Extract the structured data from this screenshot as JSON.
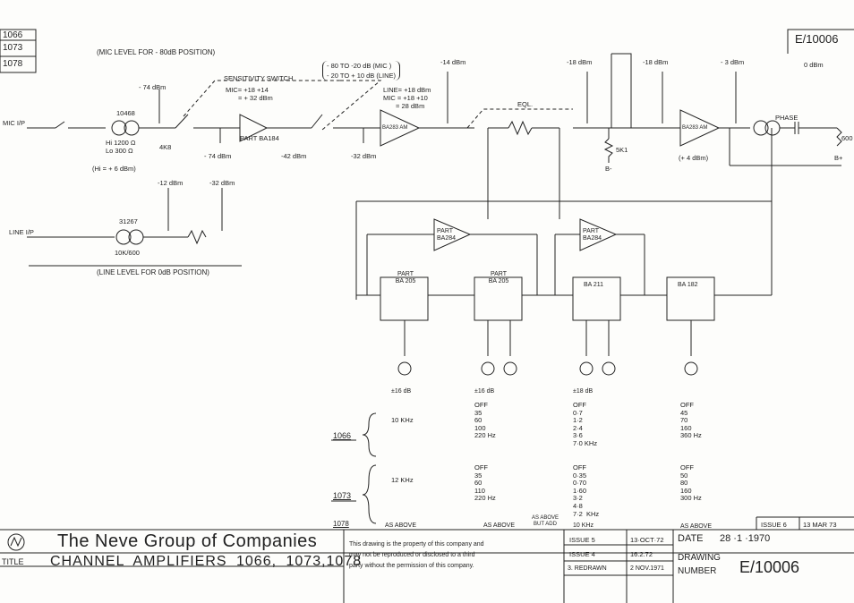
{
  "sheet": {
    "drawing_ref_top": "E/10006",
    "model_tabs": [
      "1066",
      "1073",
      "1078"
    ]
  },
  "annotations": {
    "mic_level": "(MIC LEVEL FOR - 80dB POSITION)",
    "line_level": "(LINE LEVEL FOR 0dB POSITION)",
    "sensitivity_switch": "SENSITIVITY SWITCH",
    "range_mic": "- 80 TO -20 dB (MIC )",
    "range_line": "- 20 TO + 10 dB (LINE)",
    "mic_gain_1": "MIC= +18 +14",
    "mic_gain_2": "= + 32 dBm",
    "line_gain_1": "LINE= +18 dBm",
    "line_gain_2": "MIC = +18 +10",
    "line_gain_3": "= 28 dBm",
    "mic_ip": "MIC I/P",
    "line_ip": "LINE I/P",
    "hi_note": "(Hi = + 6 dBm)",
    "eql": "EQL.",
    "phase": "PHASE",
    "bplus": "B+",
    "bminus": "B-",
    "out_600": "600",
    "plus4": "(+ 4 dBm)"
  },
  "levels": {
    "l_m74a": "- 74 dBm",
    "l_m74b": "- 74 dBm",
    "l_m42": "-42 dBm",
    "l_m32a": "-32 dBm",
    "l_m14": "-14 dBm",
    "l_m18a": "-18 dBm",
    "l_m18b": "-18 dBm",
    "l_m3": "- 3 dBm",
    "l_0": "0 dBm",
    "l_m12": "-12 dBm",
    "l_m32b": "-32 dBm"
  },
  "components": {
    "t10468": "10468",
    "hi": "Hi 1200 Ω",
    "lo": "Lo 300 Ω",
    "r4k8": "4K8",
    "t31267": "31267",
    "t10k600": "10K/600",
    "part_ba184": "PART BA184",
    "ba283_1": "BA283 AM",
    "ba283_2": "BA283 AM",
    "r5k1": "5K1",
    "part_ba284_1": [
      "PART",
      "BA284"
    ],
    "part_ba284_2": [
      "PART",
      "BA284"
    ],
    "ba205_1": [
      "PART",
      "BA 205"
    ],
    "ba205_2": [
      "PART",
      "BA 205"
    ],
    "ba211": "BA 211",
    "ba182": "BA 182",
    "g16_1": "±16 dB",
    "g16_2": "±16 dB",
    "g18": "±18 dB"
  },
  "freq_table": {
    "rows": [
      {
        "model": "1066",
        "col1": "10 KHz",
        "col2": "OFF\n35\n60\n100\n220 Hz",
        "col3": "OFF\n0·7\n1·2\n2·4\n3·6\n7·0 KHz",
        "col4": "OFF\n45\n70\n160\n360 Hz"
      },
      {
        "model": "1073",
        "col1": "12 KHz",
        "col2": "OFF\n35\n60\n110\n220 Hz",
        "col3": "OFF\n0·35\n0·70\n1·60\n3·2\n4·8\n7·2  KHz",
        "col4": "OFF\n50\n80\n160\n300 Hz"
      }
    ],
    "row_1078": {
      "model": "1078",
      "col1": "AS ABOVE",
      "col2": "AS ABOVE",
      "col3_a": "AS ABOVE",
      "col3_b": "BUT ADD",
      "col3_c": "10   KHz",
      "col4": "AS ABOVE"
    }
  },
  "title_block": {
    "company": "The Neve Group of Companies",
    "title_label": "TITLE",
    "title": "CHANNEL  AMPLIFIERS  1066, 1073,1078",
    "property_notice": [
      "This drawing is the property of this company and",
      "may not be reproduced or disclosed to a third",
      "party without the permission of this company."
    ],
    "issues": [
      {
        "label": "ISSUE  5",
        "date": "13·OCT·72"
      },
      {
        "label": "ISSUE  4",
        "date": "16.2.72"
      },
      {
        "label": "3. REDRAWN",
        "date": "2 NOV.1971"
      }
    ],
    "issue6_label": "ISSUE 6",
    "issue6_date": "13 MAR 73",
    "date_label": "DATE",
    "date_value": "28 ·1 ·1970",
    "drawing_label": "DRAWING",
    "number_label": "NUMBER",
    "drawing_number": "E/10006"
  }
}
